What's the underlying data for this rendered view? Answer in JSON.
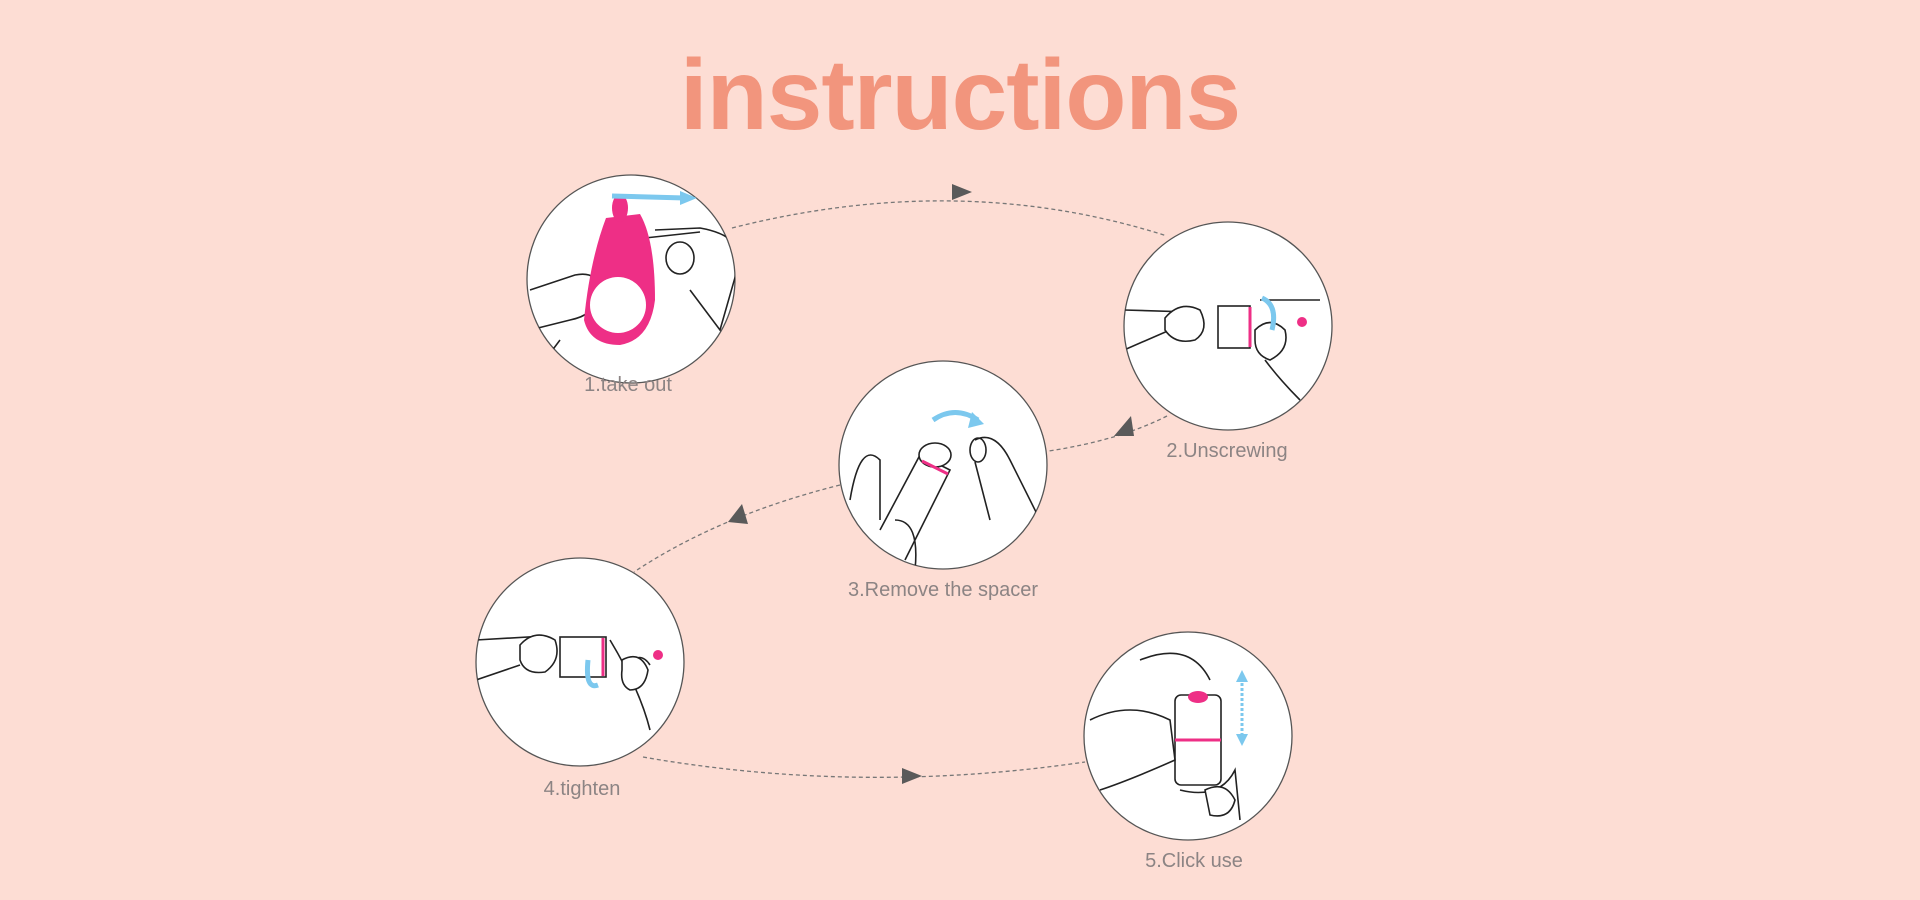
{
  "title": "instructions",
  "steps": [
    {
      "label": "1.take out",
      "icon": "take-out-illustration"
    },
    {
      "label": "2.Unscrewing",
      "icon": "unscrewing-illustration"
    },
    {
      "label": "3.Remove the spacer",
      "icon": "remove-spacer-illustration"
    },
    {
      "label": "4.tighten",
      "icon": "tighten-illustration"
    },
    {
      "label": "5.Click use",
      "icon": "click-use-illustration"
    }
  ],
  "colors": {
    "background": "#fdddd4",
    "title": "#f2957d",
    "label": "#8c8484",
    "accent_pink": "#f0308a",
    "arrow_blue": "#7cc8ee",
    "flow_arrow": "#5a5a5a"
  }
}
